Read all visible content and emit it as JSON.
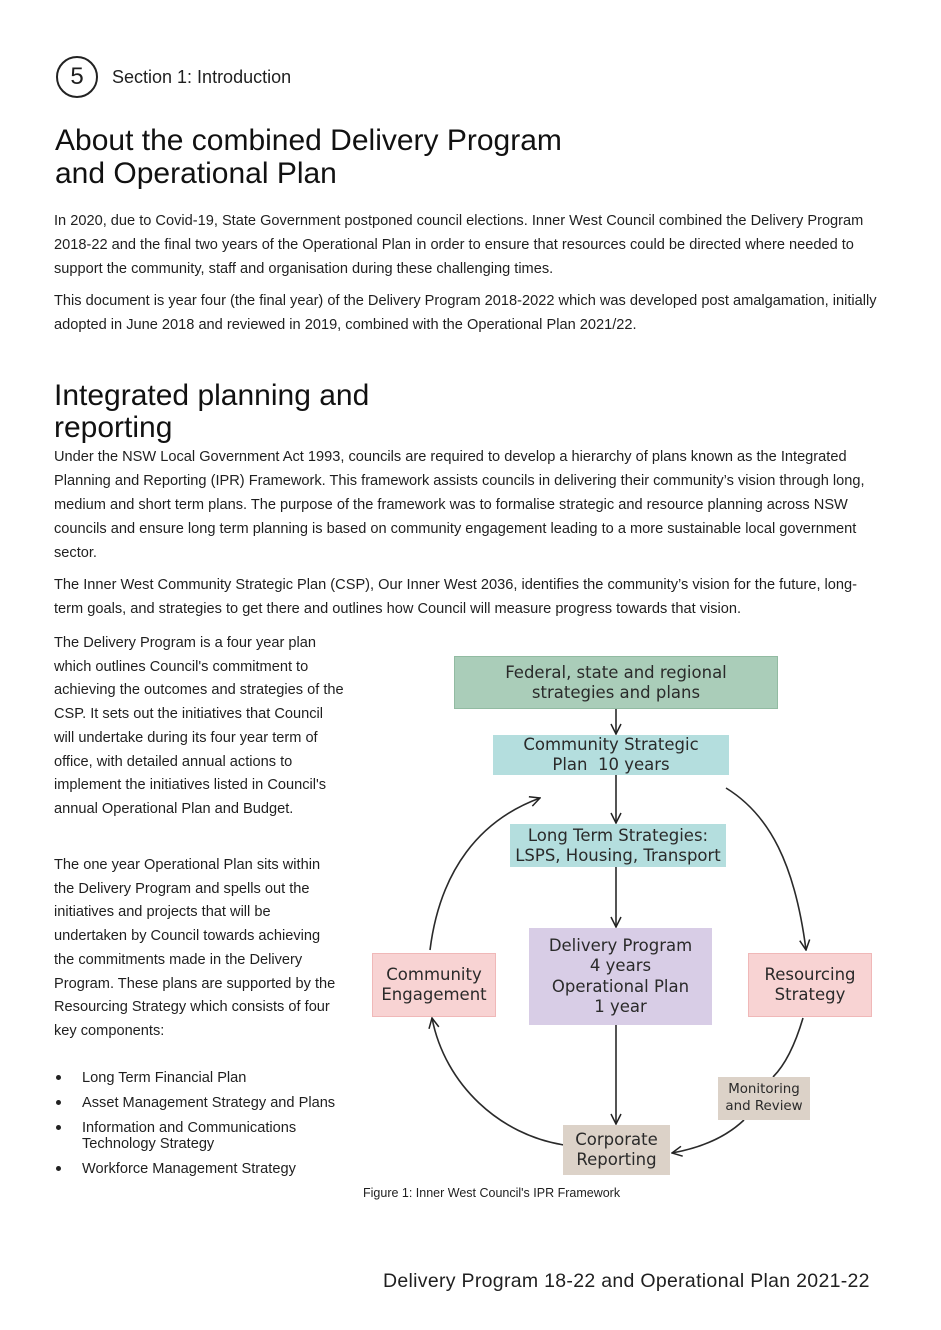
{
  "header": {
    "page_number": "5",
    "section": "Section 1: Introduction"
  },
  "about": {
    "title_line1": "About the combined Delivery Program",
    "title_line2": "and Operational Plan",
    "para1": "In 2020, due to Covid-19, State Government postponed council elections. Inner West Council combined the Delivery Program 2018-22 and the final two years of the Operational Plan in order to ensure that resources could be directed where needed to support the community, staff and organisation during these challenging times.",
    "para2": "This document is year four (the final year) of the Delivery Program 2018-2022 which was developed post amalgamation, initially adopted in June 2018 and reviewed in 2019, combined with the Operational Plan 2021/22."
  },
  "ipr": {
    "title_line1": "Integrated planning and",
    "title_line2": "reporting",
    "para1": "Under the NSW Local Government Act 1993, councils are required to develop a hierarchy of plans known as the Integrated Planning and Reporting (IPR) Framework. This framework assists councils in delivering their community’s vision through long, medium and short term plans. The purpose of the framework was to formalise strategic and resource planning across NSW councils and ensure long term planning is based on community engagement leading to a more sustainable local government sector.",
    "para2": "The Inner West Community Strategic Plan (CSP), Our Inner West 2036, identifies the community’s vision for the future, long-term goals, and strategies to get there and outlines how Council will measure progress towards that vision.",
    "left_para1": "The Delivery Program is a four year plan which outlines Council's commitment to achieving the outcomes and strategies of the CSP. It sets out the initiatives that Council will undertake during its four year term of office, with detailed annual actions to implement the initiatives listed in Council's annual Operational Plan and Budget.",
    "left_para2": "The one year Operational Plan sits within the Delivery Program and spells out the initiatives and projects that will be undertaken by Council towards achieving the commitments made in the Delivery Program. These plans are supported by the Resourcing Strategy which consists of four key components:",
    "bullets": [
      "Long Term Financial Plan",
      "Asset Management Strategy and Plans",
      "Information and Communications Technology Strategy",
      "Workforce Management Strategy"
    ]
  },
  "diagram": {
    "federal": [
      "Federal, state and regional",
      "strategies and plans"
    ],
    "csp": [
      "Community Strategic",
      "Plan  10 years"
    ],
    "lts": [
      "Long Term Strategies:",
      "LSPS, Housing, Transport"
    ],
    "delivery": [
      "Delivery Program",
      "4 years",
      "Operational Plan",
      "1 year"
    ],
    "engagement": [
      "Community",
      "Engagement"
    ],
    "resourcing": [
      "Resourcing",
      "Strategy"
    ],
    "monitoring": [
      "Monitoring",
      "and Review"
    ],
    "reporting": [
      "Corporate",
      "Reporting"
    ],
    "caption": "Figure 1: Inner West Council's IPR Framework"
  },
  "footer": {
    "text": "Delivery Program 18-22 and Operational Plan 2021-22"
  }
}
